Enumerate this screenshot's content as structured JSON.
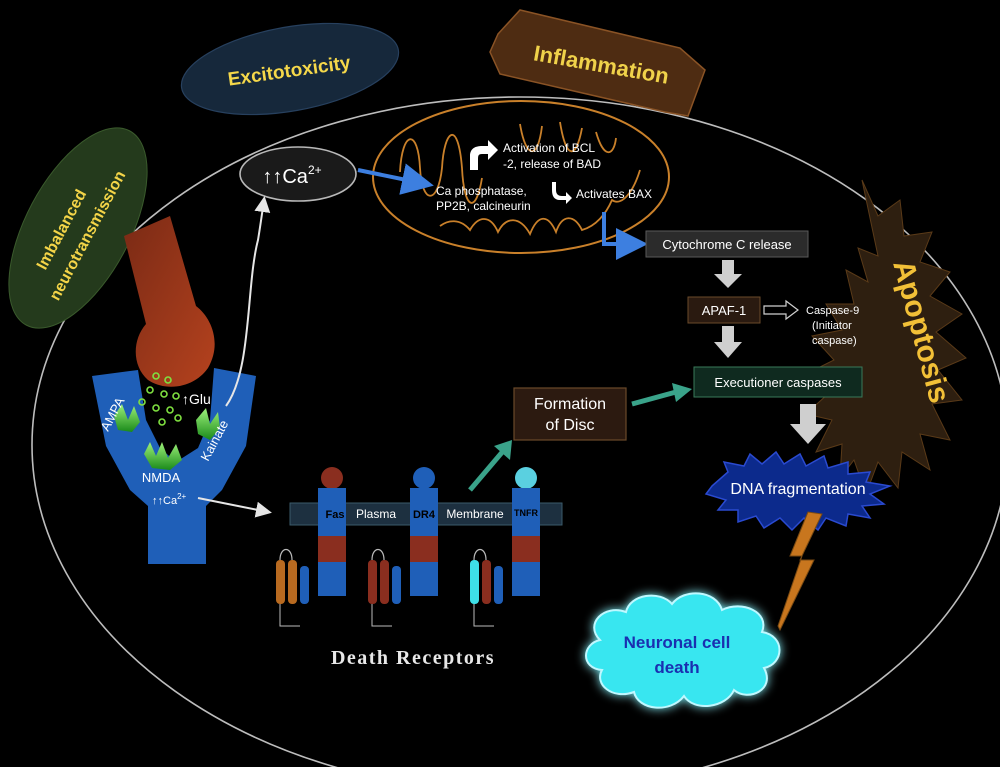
{
  "labels": {
    "excitotoxicity": "Excitotoxicity",
    "inflammation": "Inflammation",
    "imbalanced_1": "Imbalanced",
    "imbalanced_2": "neurotransmission",
    "apoptosis": "Apoptosis",
    "ca_base": "↑↑Ca",
    "ca_sup": "2+",
    "mito_ca_1": "Ca phosphatase,",
    "mito_ca_2": "PP2B, calcineurin",
    "mito_bcl_1": "Activation of BCL",
    "mito_bcl_2": "-2, release of BAD",
    "mito_bax": "Activates BAX",
    "cytochrome": "Cytochrome C release",
    "apaf": "APAF-1",
    "caspase9_1": "Caspase-9",
    "caspase9_2": "(Initiator",
    "caspase9_3": "caspase)",
    "executioner": "Executioner caspases",
    "disc_1": "Formation",
    "disc_2": "of Disc",
    "dna": "DNA fragmentation",
    "neuronal_1": "Neuronal cell",
    "neuronal_2": "death",
    "glu": "↑Glu",
    "ampa": "AMPA",
    "nmda": "NMDA",
    "kainate": "Kainate",
    "receptor_ca": "↑↑Ca",
    "receptor_ca_sup": "2+",
    "fas": "Fas",
    "plasma": "Plasma",
    "dr4": "DR4",
    "membrane": "Membrane",
    "tnfr": "TNFR",
    "death_receptors": "Death Receptors"
  },
  "colors": {
    "background": "#000000",
    "cell_outline": "#d0d0d0",
    "excitotoxicity_fill": "#16283b",
    "excitotoxicity_text": "#f5d84a",
    "inflammation_fill": "#4e2c12",
    "inflammation_text": "#f0d24a",
    "imbalanced_fill": "#243a1c",
    "imbalanced_text": "#f3d448",
    "apoptosis_fill": "#2e1f10",
    "apoptosis_text": "#f2c037",
    "mitochondrion": "#c9802a",
    "arrow_blue": "#3d7fe0",
    "arrow_grey": "#c8c8c8",
    "arrow_teal": "#3aa38a",
    "box_dark": "#2a2a2a",
    "exec_fill": "#0f2a1f",
    "disc_fill": "#2c1a10",
    "dna_fill": "#0c2a8c",
    "neuronal_fill": "#39e6f0",
    "neuronal_text": "#1a2fb0",
    "receptor_blue": "#1f5fb8",
    "receptor_red": "#8a2e1f",
    "glu_green": "#7fe040",
    "bolt_orange": "#c8761e"
  }
}
